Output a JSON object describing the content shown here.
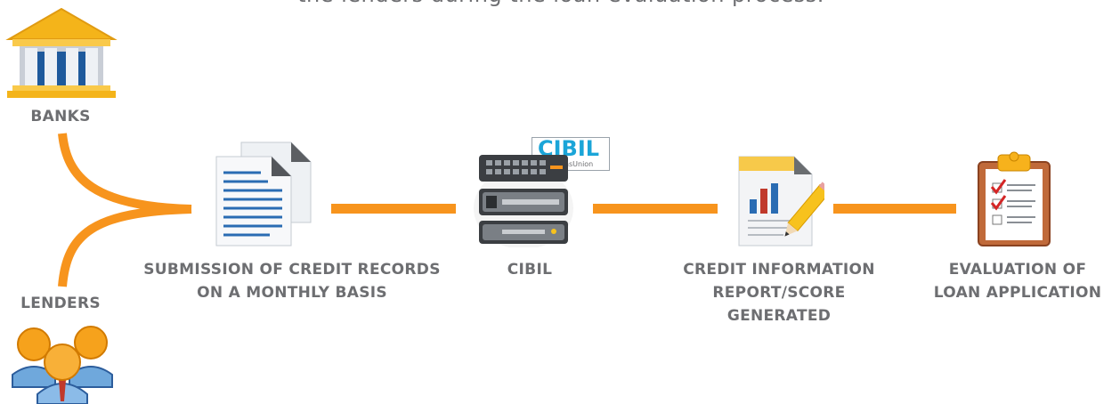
{
  "heading": "the lenders during the loan evaluation process.",
  "sources": {
    "banks_label": "BANKS",
    "lenders_label": "LENDERS"
  },
  "steps": [
    {
      "lines": [
        "SUBMISSION OF CREDIT RECORDS",
        "ON A MONTHLY BASIS"
      ]
    },
    {
      "lines": [
        "CIBIL"
      ],
      "logo_text": "CIBIL",
      "logo_subtext": "TransUnion"
    },
    {
      "lines": [
        "CREDIT INFORMATION",
        "REPORT/SCORE",
        "GENERATED"
      ]
    },
    {
      "lines": [
        "EVALUATION OF",
        "LOAN APPLICATION"
      ]
    }
  ],
  "colors": {
    "connector": "#f7941d",
    "label_text": "#6d6e71",
    "cibil_blue": "#1ba5d8"
  },
  "icons": [
    "bank-icon",
    "documents-icon",
    "server-icon",
    "report-icon",
    "clipboard-icon",
    "lenders-icon"
  ]
}
